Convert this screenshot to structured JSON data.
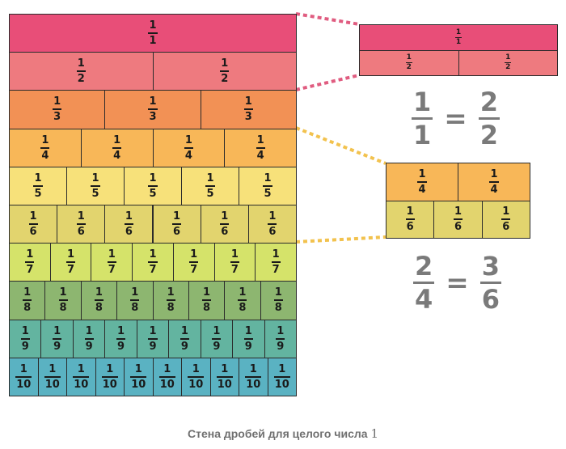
{
  "wall": {
    "rows": [
      {
        "denominator": 1,
        "color": "#E84E78"
      },
      {
        "denominator": 2,
        "color": "#EE7A7F"
      },
      {
        "denominator": 3,
        "color": "#F29155"
      },
      {
        "denominator": 4,
        "color": "#F8B758"
      },
      {
        "denominator": 5,
        "color": "#F7E17A"
      },
      {
        "denominator": 6,
        "color": "#E2D46E"
      },
      {
        "denominator": 7,
        "color": "#D5E36A"
      },
      {
        "denominator": 8,
        "color": "#8DB670"
      },
      {
        "denominator": 9,
        "color": "#63B4A0"
      },
      {
        "denominator": 10,
        "color": "#5AB2C2"
      }
    ]
  },
  "zoom_top": {
    "rows": [
      {
        "denominator": 1,
        "count": 1,
        "color": "#E84E78"
      },
      {
        "denominator": 2,
        "count": 2,
        "color": "#EE7A7F"
      }
    ],
    "connector_color": "#E05C80"
  },
  "zoom_bottom": {
    "rows": [
      {
        "denominator": 4,
        "count": 2,
        "color": "#F8B758"
      },
      {
        "denominator": 6,
        "count": 3,
        "color": "#E2D46E"
      }
    ],
    "connector_color": "#F2C24E"
  },
  "equation_1": {
    "left_num": "1",
    "left_den": "1",
    "sign": "=",
    "right_num": "2",
    "right_den": "2"
  },
  "equation_2": {
    "left_num": "2",
    "left_den": "4",
    "sign": "=",
    "right_num": "3",
    "right_den": "6"
  },
  "caption": {
    "text": "Стена дробей для целого числа",
    "number": "1"
  }
}
